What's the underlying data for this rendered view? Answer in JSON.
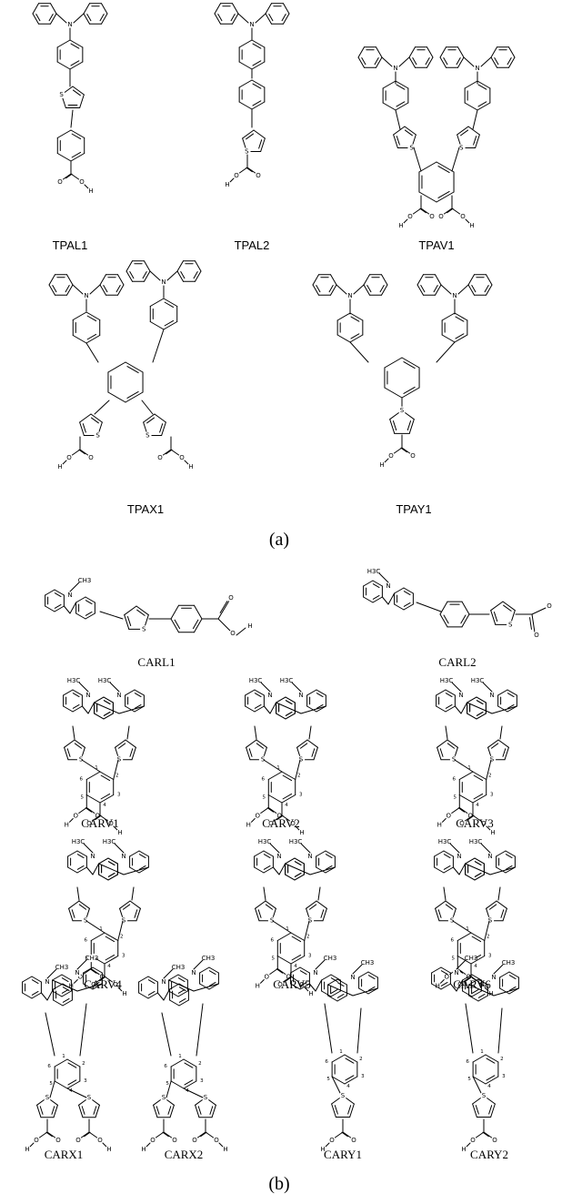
{
  "panels": {
    "a": "(a)",
    "b": "(b)"
  },
  "compounds": {
    "TPAL1": "TPAL1",
    "TPAL2": "TPAL2",
    "TPAV1": "TPAV1",
    "TPAX1": "TPAX1",
    "TPAY1": "TPAY1",
    "CARL1": "CARL1",
    "CARL2": "CARL2",
    "CARV1": "CARV1",
    "CARV2": "CARV2",
    "CARV3": "CARV3",
    "CARV4": "CARV4",
    "CARV5": "CARV5",
    "CARV6": "CARV6",
    "CARX1": "CARX1",
    "CARX2": "CARX2",
    "CARY1": "CARY1",
    "CARY2": "CARY2"
  },
  "atoms": {
    "nitrogen": "N",
    "sulfur": "S",
    "oxygen": "O",
    "hydrogen": "H",
    "methyl": "CH3",
    "methyl_left": "H3C"
  },
  "ring_positions": [
    "1",
    "2",
    "3",
    "4",
    "5",
    "6"
  ]
}
